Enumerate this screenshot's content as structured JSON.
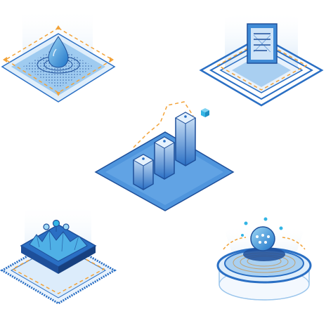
{
  "colors": {
    "background": "#ffffff",
    "primary_blue": "#2a6fc4",
    "light_blue": "#9cc6ec",
    "pale_blue": "#dfeefb",
    "dark_blue": "#1e4f9a",
    "accent_orange": "#f2a33a",
    "cyan": "#33b5e5"
  },
  "illustrations": [
    {
      "name": "water-drop-platform",
      "icon": "water-drop-icon"
    },
    {
      "name": "document-layers-platform",
      "icon": "document-stack-icon"
    },
    {
      "name": "bar-chart-platform",
      "icon": "bar-chart-icon"
    },
    {
      "name": "terrain-map-platform",
      "icon": "terrain-map-icon"
    },
    {
      "name": "radar-sensor-platform",
      "icon": "radar-sensor-icon"
    }
  ]
}
